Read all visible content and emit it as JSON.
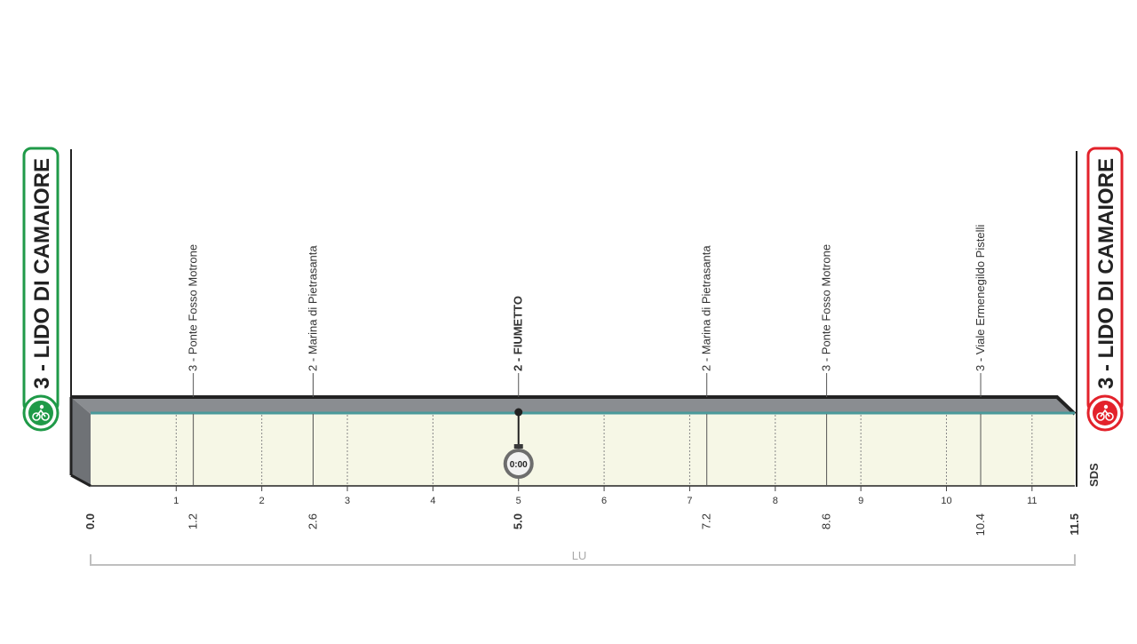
{
  "chart_data": {
    "type": "area",
    "title": "",
    "xlabel": "",
    "ylabel": "",
    "xlim": [
      0,
      11.5
    ],
    "start": {
      "label": "3 - LIDO DI CAMAIORE",
      "color": "#1f9a48"
    },
    "finish": {
      "label": "3 - LIDO DI CAMAIORE",
      "color": "#e3222b"
    },
    "km_ticks": [
      "1",
      "2",
      "3",
      "4",
      "5",
      "6",
      "7",
      "8",
      "9",
      "10",
      "11"
    ],
    "waypoints": [
      {
        "km": 1.2,
        "km_label": "1.2",
        "name": "3 - Ponte Fosso Motrone",
        "bold": false
      },
      {
        "km": 2.6,
        "km_label": "2.6",
        "name": "2 - Marina di Pietrasanta",
        "bold": false
      },
      {
        "km": 5.0,
        "km_label": "5.0",
        "name": "2 - FIUMETTO",
        "bold": true
      },
      {
        "km": 7.2,
        "km_label": "7.2",
        "name": "2 - Marina di Pietrasanta",
        "bold": false
      },
      {
        "km": 8.6,
        "km_label": "8.6",
        "name": "3 - Ponte Fosso Motrone",
        "bold": false
      },
      {
        "km": 10.4,
        "km_label": "10.4",
        "name": "3 - Viale Ermenegildo Pistelli",
        "bold": false
      }
    ],
    "start_km_label": "0.0",
    "end_km_label": "11.5",
    "intermediate_time": {
      "km": 5.0,
      "label": "0:00"
    },
    "bracket_label": "LU",
    "brand": "SDS",
    "colors": {
      "profile_fill": "#f6f7e6",
      "profile_line": "#4a9a9a",
      "top_band": "#8a8d91",
      "side": "#6f7276"
    }
  }
}
